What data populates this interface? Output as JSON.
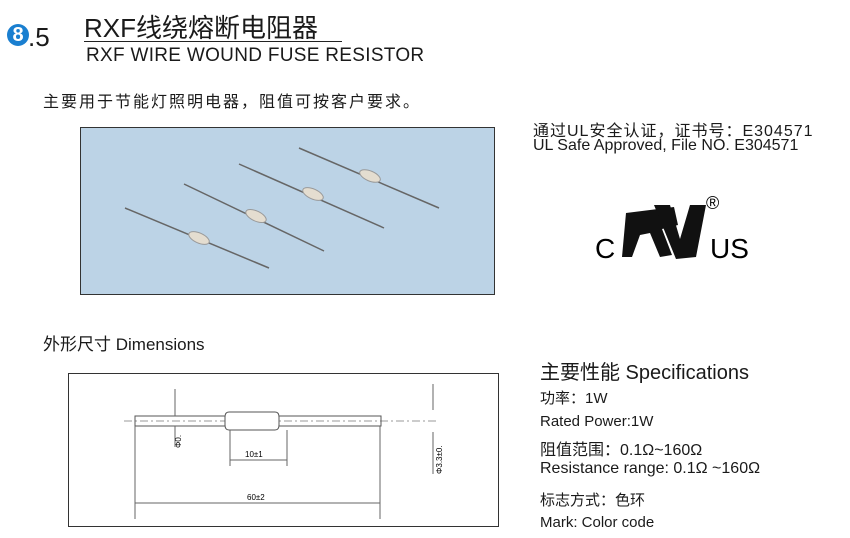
{
  "header": {
    "section_badge": "8",
    "section_num": ".5",
    "title_cn": "RXF线绕熔断电阻器",
    "title_en": "RXF WIRE WOUND FUSE RESISTOR"
  },
  "intro": "主要用于节能灯照明电器，阻值可按客户要求。",
  "certification": {
    "line_cn": "通过UL安全认证，证书号：E304571",
    "line_en": "UL Safe Approved,   File NO. E304571",
    "logo_text": "c UL us ®"
  },
  "dimensions": {
    "heading": "外形尺寸  Dimensions",
    "lead_dia": "Φ0.",
    "body_len": "10±1",
    "body_dia": "Φ3.3±0.",
    "total_len": "60±2"
  },
  "specs": {
    "heading": "主要性能  Specifications",
    "items": [
      "功率：1W",
      "Rated Power:1W",
      "阻值范围：0.1Ω~160Ω",
      "Resistance range: 0.1Ω ~160Ω",
      "标志方式：色环",
      "Mark: Color code"
    ]
  }
}
